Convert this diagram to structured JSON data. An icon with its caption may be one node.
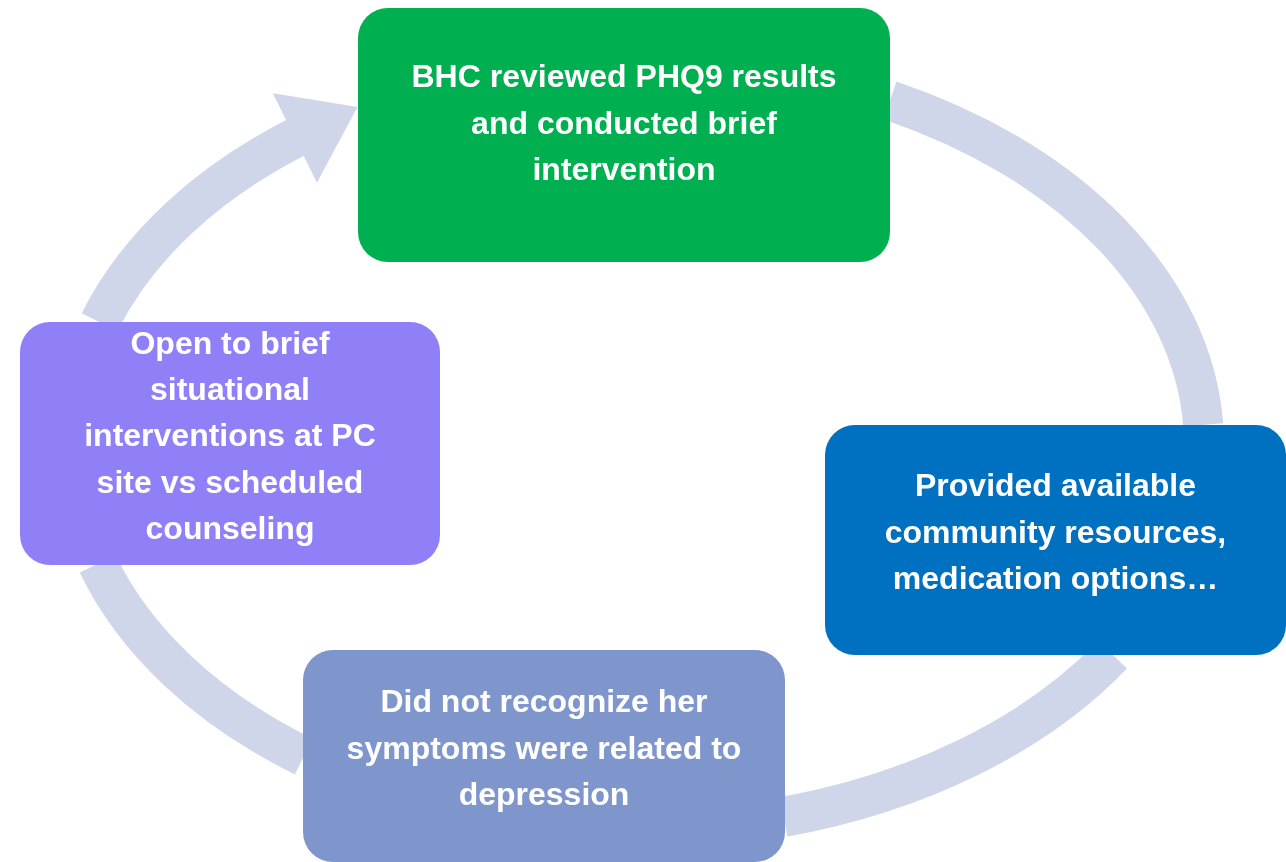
{
  "diagram": {
    "nodes": [
      {
        "text": [
          "BHC reviewed PHQ9 results and conducted brief intervention"
        ]
      },
      {
        "text": [
          "Provided available community resources, medication options…"
        ]
      },
      {
        "text": [
          "Did not recognize her symptoms were related to depression"
        ]
      },
      {
        "text": [
          "Open to brief situational interventions at PC site vs scheduled counseling"
        ]
      }
    ],
    "edges": [
      {
        "from": 0,
        "to": 1,
        "arrow": "none"
      },
      {
        "from": 1,
        "to": 2,
        "arrow": "none"
      },
      {
        "from": 2,
        "to": 3,
        "arrow": "none"
      },
      {
        "from": 3,
        "to": 0,
        "arrow": "to"
      }
    ]
  }
}
